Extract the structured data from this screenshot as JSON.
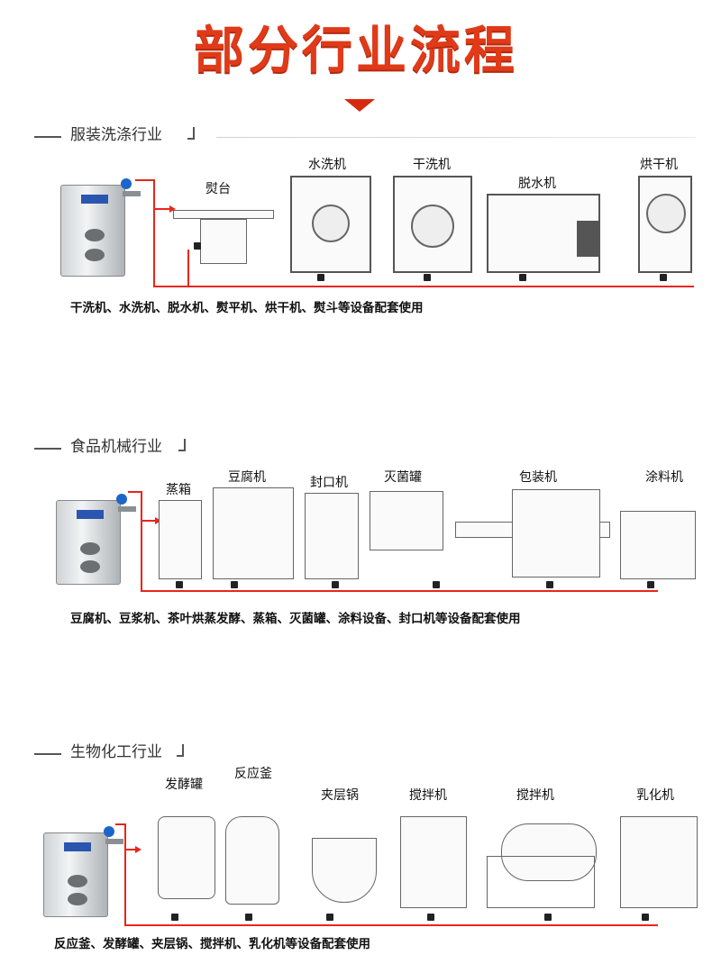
{
  "title": "部分行业流程",
  "sections": [
    {
      "heading": "服装洗涤行业",
      "machines": [
        "熨台",
        "水洗机",
        "干洗机",
        "脱水机",
        "烘干机"
      ],
      "caption": "干洗机、水洗机、脱水机、熨平机、烘干机、熨斗等设备配套使用"
    },
    {
      "heading": "食品机械行业",
      "machines": [
        "蒸箱",
        "豆腐机",
        "封口机",
        "灭菌罐",
        "包装机",
        "涂料机"
      ],
      "caption": "豆腐机、豆浆机、茶叶烘蒸发酵、蒸箱、灭菌罐、涂料设备、封口机等设备配套使用"
    },
    {
      "heading": "生物化工行业",
      "machines": [
        "发酵罐",
        "反应釜",
        "夹层锅",
        "搅拌机",
        "搅拌机",
        "乳化机"
      ],
      "caption": "反应釜、发酵罐、夹层锅、搅拌机、乳化机等设备配套使用"
    }
  ],
  "colors": {
    "title": "#e03a18",
    "pipe": "#e8261b",
    "boiler_panel": "#2a56b0"
  }
}
